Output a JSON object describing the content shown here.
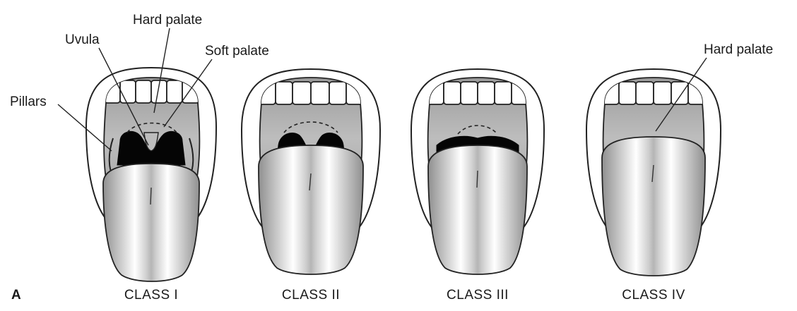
{
  "panel_letter": "A",
  "callouts": {
    "uvula": "Uvula",
    "hard_palate": "Hard palate",
    "soft_palate": "Soft palate",
    "pillars": "Pillars",
    "hard_palate_class4": "Hard palate"
  },
  "classes": [
    {
      "label": "CLASS I"
    },
    {
      "label": "CLASS II"
    },
    {
      "label": "CLASS III"
    },
    {
      "label": "CLASS IV"
    }
  ]
}
